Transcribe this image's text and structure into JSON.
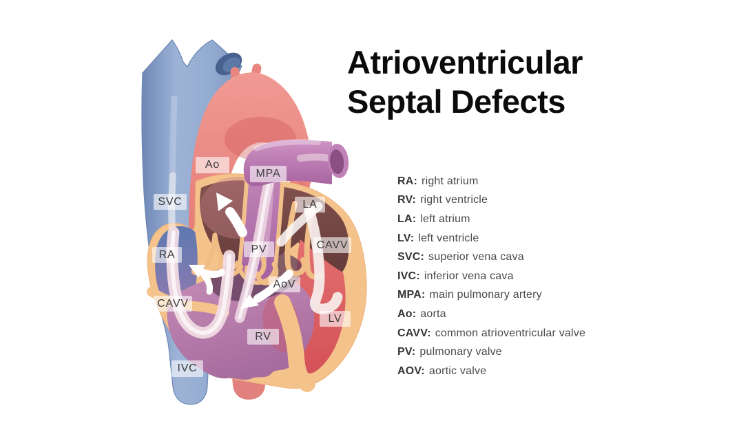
{
  "title": {
    "line1": "Atrioventricular",
    "line2": "Septal Defects"
  },
  "diagram": {
    "labels": {
      "ao": "Ao",
      "mpa": "MPA",
      "svc": "SVC",
      "la": "LA",
      "cavv_right": "CAVV",
      "ra": "RA",
      "pv": "PV",
      "aov": "AoV",
      "cavv_left": "CAVV",
      "lv": "LV",
      "rv": "RV",
      "ivc": "IVC"
    }
  },
  "legend": {
    "items": [
      {
        "abbr": "RA:",
        "desc": "right atrium"
      },
      {
        "abbr": "RV:",
        "desc": "right ventricle"
      },
      {
        "abbr": "LA:",
        "desc": "left atrium"
      },
      {
        "abbr": "LV:",
        "desc": "left ventricle"
      },
      {
        "abbr": "SVC:",
        "desc": "superior vena cava"
      },
      {
        "abbr": "IVC:",
        "desc": "inferior vena cava"
      },
      {
        "abbr": "MPA:",
        "desc": "main pulmonary artery"
      },
      {
        "abbr": "Ao:",
        "desc": "aorta"
      },
      {
        "abbr": "CAVV:",
        "desc": "common atrioventricular valve"
      },
      {
        "abbr": "PV:",
        "desc": "pulmonary valve"
      },
      {
        "abbr": "AOV:",
        "desc": "aortic valve"
      }
    ]
  },
  "colors": {
    "vessel_blue": "#8fa7cd",
    "aorta_red": "#e8837e",
    "mpa_purple": "#bd77b2",
    "heart_wall_peach": "#f4c28b",
    "atria_maroon": "#7a4a46",
    "lv_red": "#dc5f62",
    "rv_mauve": "#b97fad",
    "label_chip_bg": "rgba(255,255,255,0.6)",
    "label_text": "#3c3c3c",
    "title_text": "#0b0b0b"
  }
}
